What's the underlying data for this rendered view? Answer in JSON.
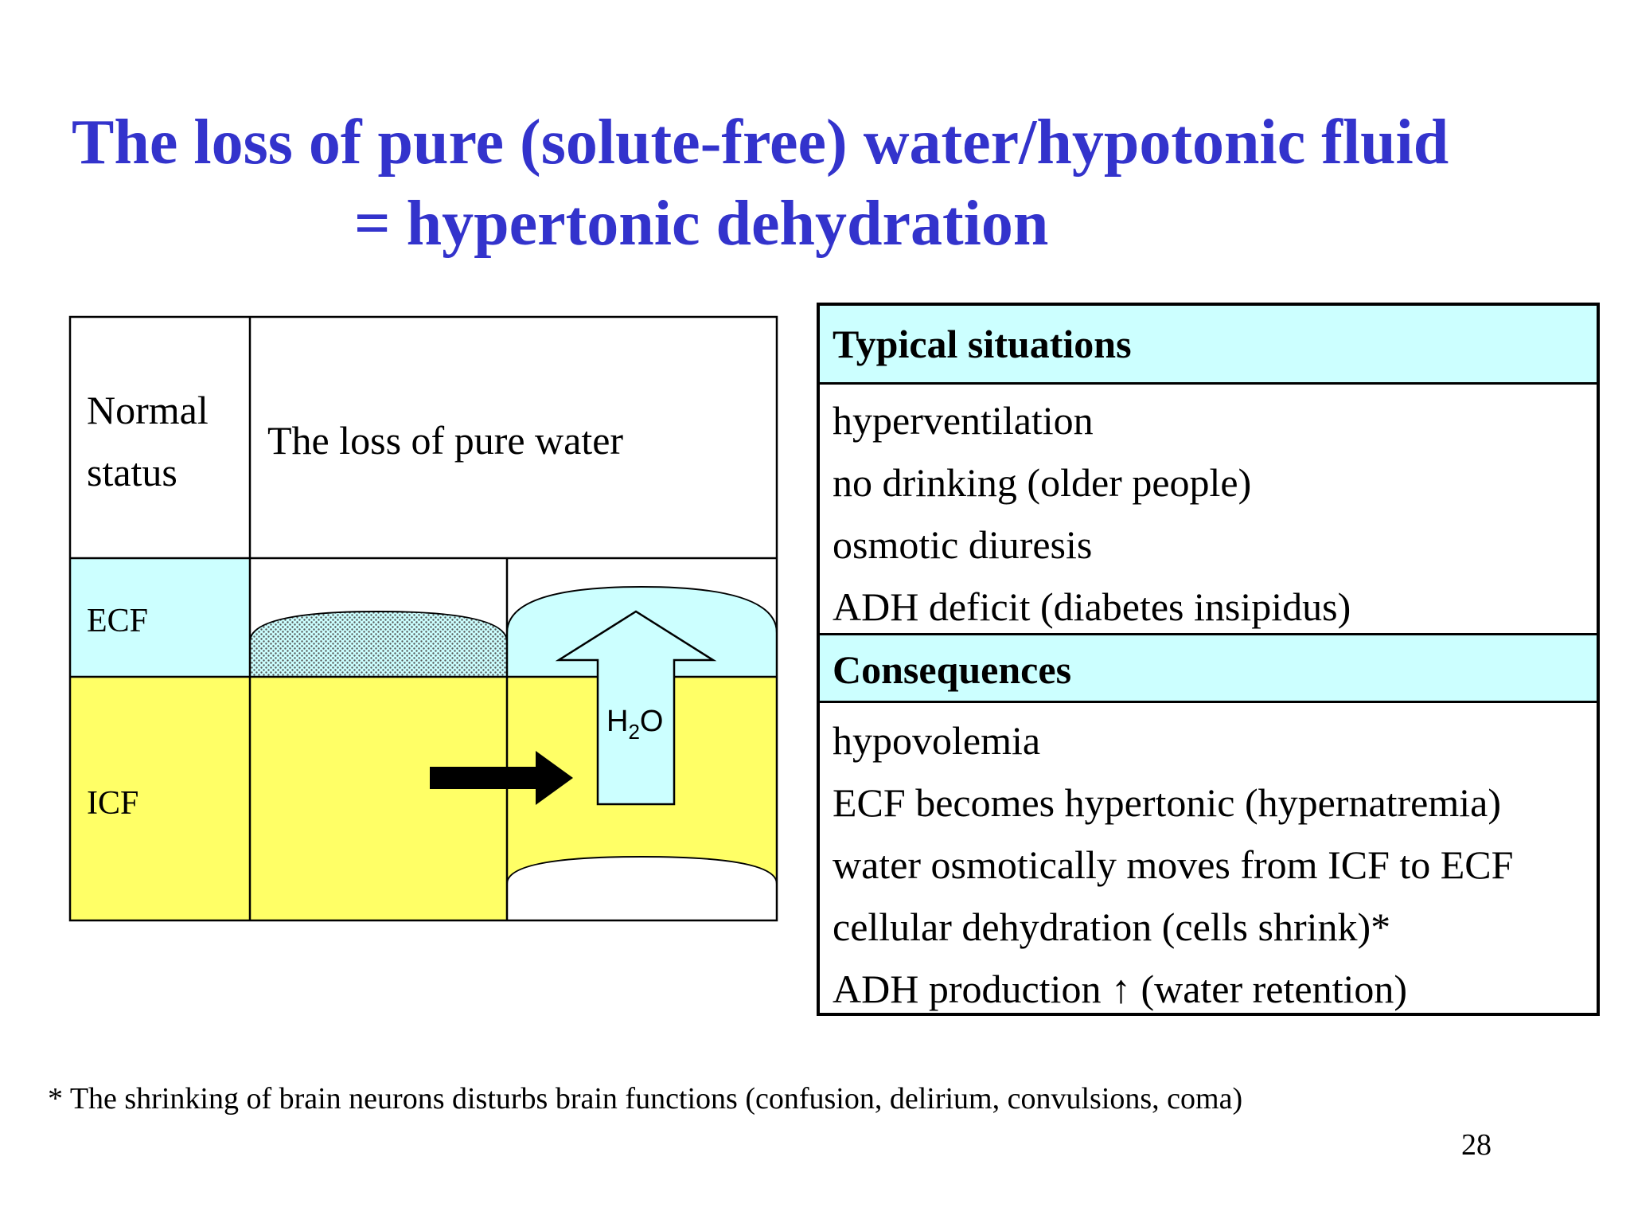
{
  "title": {
    "line1": "The loss of pure (solute-free) water/hypotonic fluid",
    "line2": "= hypertonic dehydration"
  },
  "diagram": {
    "normal_status_line1": "Normal",
    "normal_status_line2": "status",
    "loss_label": "The loss of pure water",
    "ecf_label": "ECF",
    "icf_label": "ICF",
    "h2o_main": "H",
    "h2o_sub": "2",
    "h2o_end": "O",
    "colors": {
      "ecf": "#ccffff",
      "icf": "#ffff66"
    }
  },
  "panel": {
    "typical_heading": "Typical situations",
    "typical_items": [
      "hyperventilation",
      "no drinking (older people)",
      "osmotic diuresis",
      "ADH deficit (diabetes insipidus)"
    ],
    "consequences_heading": "Consequences",
    "consequences_items": [
      "hypovolemia",
      "ECF becomes hypertonic (hypernatremia)",
      "water osmotically moves from ICF to ECF",
      "cellular dehydration (cells shrink)*",
      "ADH production ↑ (water retention)"
    ]
  },
  "footnote": "* The shrinking of brain neurons disturbs brain functions (confusion, delirium, convulsions, coma)",
  "page_number": "28"
}
